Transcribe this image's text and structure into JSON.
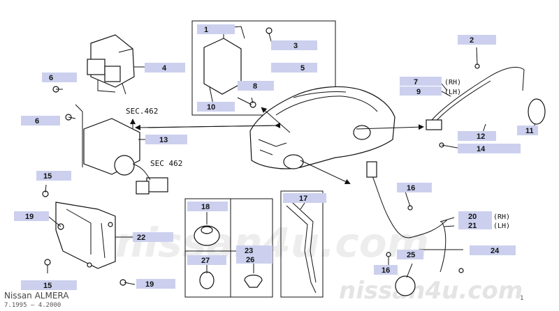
{
  "watermark": {
    "bottom": "nissan4u.com",
    "center": "nissan4u.com"
  },
  "footer": {
    "model": "Nissan  ALMERA",
    "period": "7.1995  –  4.2000",
    "page_mark": "1"
  },
  "references": {
    "sec_462_upper": "SEC.462",
    "sec_462_lower": "SEC 462"
  },
  "side_labels": {
    "rh_7": "(RH)",
    "lh_9": "(LH)",
    "rh_20": "(RH)",
    "lh_21": "(LH)"
  },
  "callouts": {
    "c1": "1",
    "c2": "2",
    "c3": "3",
    "c4": "4",
    "c5": "5",
    "c6a": "6",
    "c6b": "6",
    "c7": "7",
    "c8": "8",
    "c9": "9",
    "c10": "10",
    "c11": "11",
    "c12": "12",
    "c13": "13",
    "c14": "14",
    "c15a": "15",
    "c15b": "15",
    "c16a": "16",
    "c16b": "16",
    "c17": "17",
    "c18": "18",
    "c19a": "19",
    "c19b": "19",
    "c20": "20",
    "c21": "21",
    "c22": "22",
    "c23": "23",
    "c24": "24",
    "c25": "25",
    "c26": "26",
    "c27": "27"
  },
  "colors": {
    "label_box": "#ccd0ee",
    "line": "#111111",
    "watermark": "#e0e0e0"
  }
}
